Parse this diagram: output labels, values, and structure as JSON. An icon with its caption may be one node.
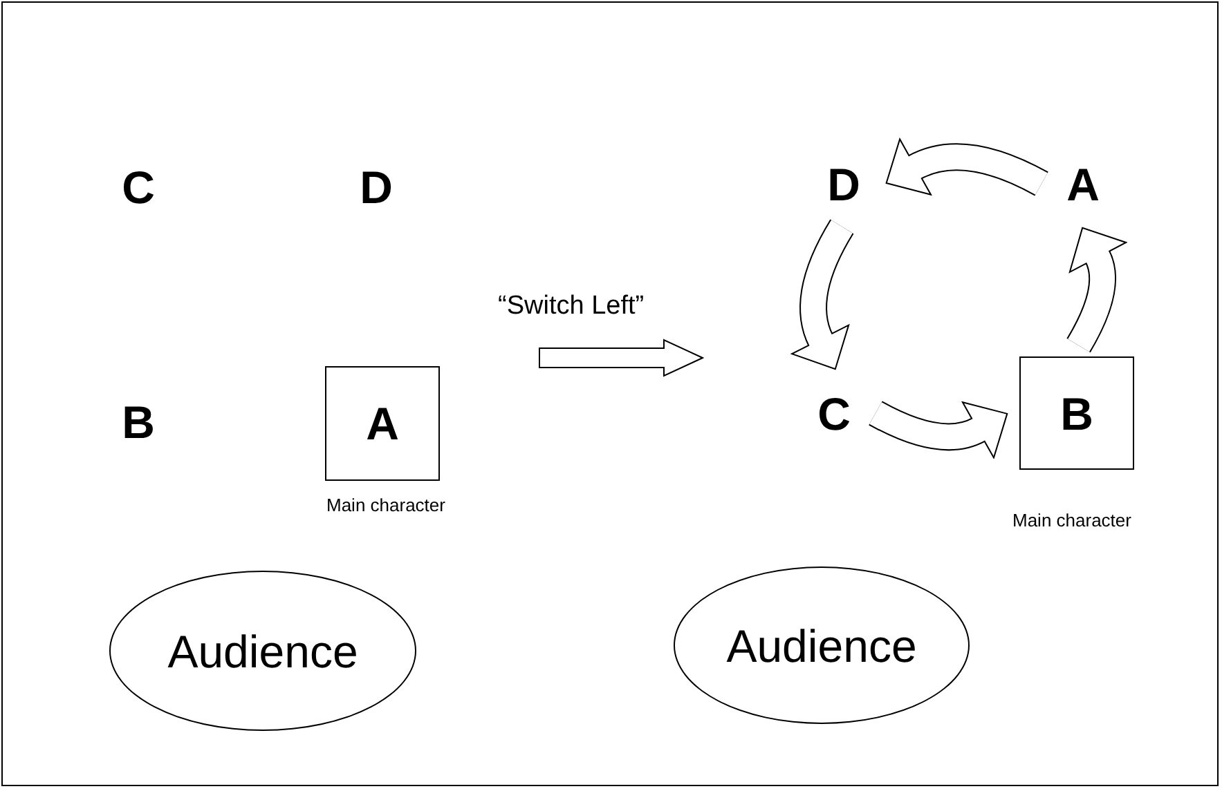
{
  "diagram": {
    "nodes": [
      {
        "text": [
          "C"
        ]
      },
      {
        "text": [
          "D"
        ]
      },
      {
        "text": [
          "B"
        ]
      },
      {
        "text": [
          "A"
        ],
        "beside": [
          "Main character"
        ]
      },
      {
        "text": [
          "Audience"
        ]
      },
      {
        "text": [
          "D"
        ]
      },
      {
        "text": [
          "A"
        ]
      },
      {
        "text": [
          "C"
        ]
      },
      {
        "text": [
          "B"
        ],
        "beside": [
          "Main character"
        ]
      },
      {
        "text": [
          "Audience"
        ]
      }
    ],
    "edges": [
      {
        "from": 8,
        "to": 6,
        "arrow": "to"
      },
      {
        "from": 6,
        "to": 5,
        "arrow": "to"
      },
      {
        "from": 5,
        "to": 7,
        "arrow": "to"
      },
      {
        "from": 7,
        "to": 8,
        "arrow": "to"
      }
    ],
    "labels": [
      "“Switch Left”"
    ]
  }
}
